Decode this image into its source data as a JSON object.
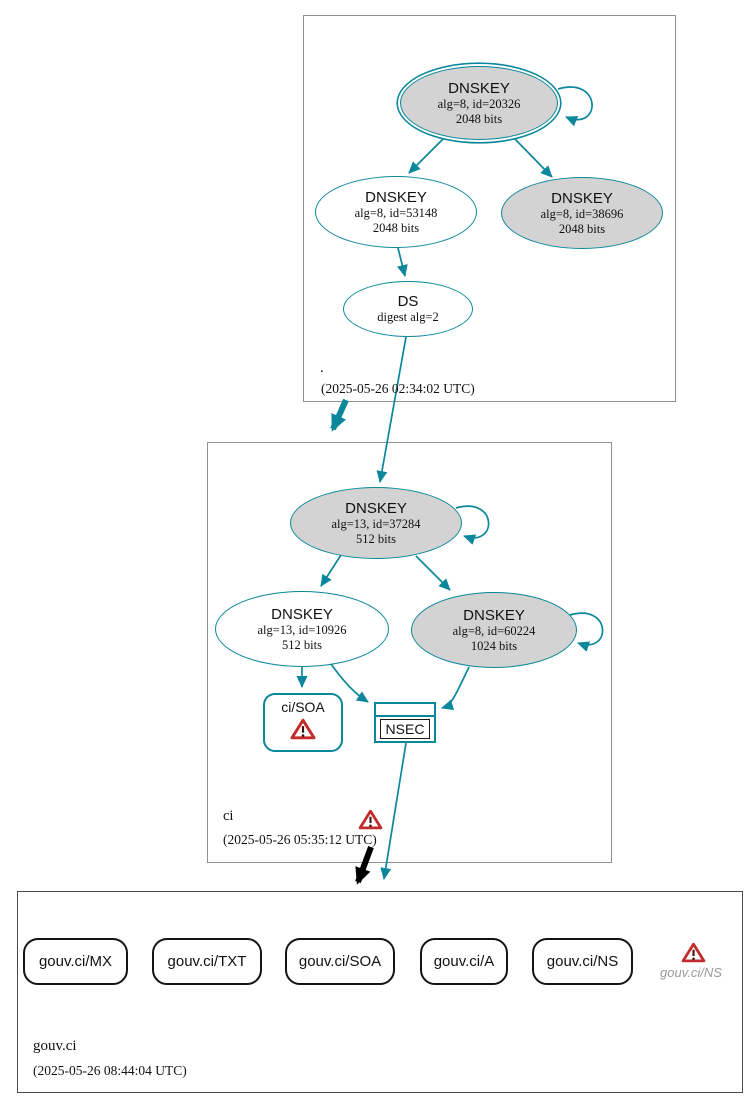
{
  "colors": {
    "edge_teal": "#0a879a",
    "node_fill_gray": "#d3d3d3",
    "warning_red": "#c32b2b",
    "cluster_border": "#919191"
  },
  "root_zone": {
    "label": ".",
    "timestamp": "(2025-05-26 02:34:02 UTC)",
    "ksk": {
      "type": "DNSKEY",
      "alg": "alg=8, id=20326",
      "bits": "2048 bits"
    },
    "zsk": {
      "type": "DNSKEY",
      "alg": "alg=8, id=53148",
      "bits": "2048 bits"
    },
    "key2": {
      "type": "DNSKEY",
      "alg": "alg=8, id=38696",
      "bits": "2048 bits"
    },
    "ds": {
      "type": "DS",
      "alg": "digest alg=2"
    }
  },
  "ci_zone": {
    "label": "ci",
    "timestamp": "(2025-05-26 05:35:12 UTC)",
    "ksk": {
      "type": "DNSKEY",
      "alg": "alg=13, id=37284",
      "bits": "512 bits"
    },
    "zsk": {
      "type": "DNSKEY",
      "alg": "alg=13, id=10926",
      "bits": "512 bits"
    },
    "key2": {
      "type": "DNSKEY",
      "alg": "alg=8, id=60224",
      "bits": "1024 bits"
    },
    "soa": {
      "label": "ci/SOA"
    },
    "nsec": {
      "label": "NSEC"
    }
  },
  "gouv_zone": {
    "label": "gouv.ci",
    "timestamp": "(2025-05-26 08:44:04 UTC)",
    "rrsets": [
      {
        "label": "gouv.ci/MX"
      },
      {
        "label": "gouv.ci/TXT"
      },
      {
        "label": "gouv.ci/SOA"
      },
      {
        "label": "gouv.ci/A"
      },
      {
        "label": "gouv.ci/NS"
      }
    ],
    "warning_caption": "gouv.ci/NS"
  }
}
